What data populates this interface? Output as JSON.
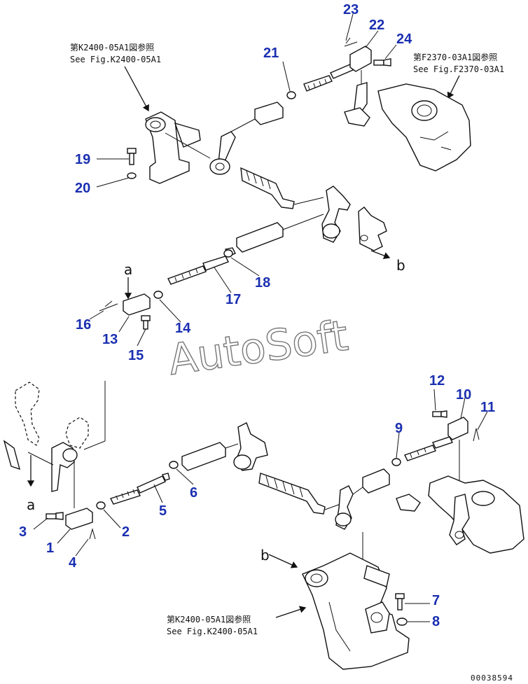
{
  "refs": {
    "top_left_jp": "第K2400-05A1図参照",
    "top_left_en": "See Fig.K2400-05A1",
    "top_right_jp": "第F2370-03A1図参照",
    "top_right_en": "See Fig.F2370-03A1",
    "bottom_jp": "第K2400-05A1図参照",
    "bottom_en": "See Fig.K2400-05A1"
  },
  "letters": {
    "a_top": "a",
    "b_right": "b",
    "a_left": "a",
    "b_bottom": "b"
  },
  "callouts": {
    "n1": "1",
    "n2": "2",
    "n3": "3",
    "n4": "4",
    "n5": "5",
    "n6": "6",
    "n7": "7",
    "n8": "8",
    "n9": "9",
    "n10": "10",
    "n11": "11",
    "n12": "12",
    "n13": "13",
    "n14": "14",
    "n15": "15",
    "n16": "16",
    "n17": "17",
    "n18": "18",
    "n19": "19",
    "n20": "20",
    "n21": "21",
    "n22": "22",
    "n23": "23",
    "n24": "24"
  },
  "watermark": "AutoSoft",
  "doc_number": "00038594",
  "colors": {
    "callout": "#1a2fb0",
    "line": "#111111"
  }
}
